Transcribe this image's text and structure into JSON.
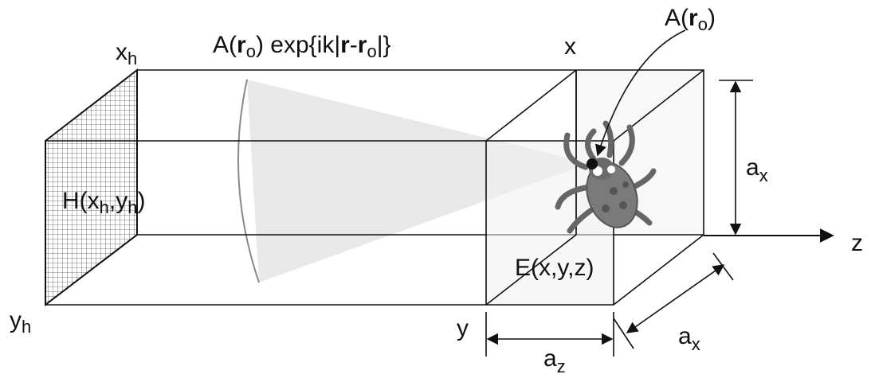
{
  "labels": {
    "wave_amp": "A(",
    "wave_r": "r",
    "wave_o": "o",
    "wave_exp": ") exp{ik|",
    "wave_r2": "r",
    "wave_dash": "-",
    "wave_r3": "r",
    "wave_o2": "o",
    "wave_end": "|}",
    "point_a": "A(",
    "point_r": "r",
    "point_o": "o",
    "point_end": ")",
    "hologram_h": "H(x",
    "hologram_h_sub1": "h",
    "hologram_comma": ",y",
    "hologram_h_sub2": "h",
    "hologram_close": ")",
    "field_e": "E(x,y,z)",
    "axis_x": "x",
    "axis_y": "y",
    "axis_z": "z",
    "xh_main": "x",
    "xh_sub": "h",
    "yh_main": "y",
    "yh_sub": "h",
    "ax_right_main": "a",
    "ax_right_sub": "x",
    "ax_bottom_main": "a",
    "ax_bottom_sub": "x",
    "az_main": "a",
    "az_sub": "z"
  },
  "colors": {
    "line": "#111111",
    "grid": "#444444",
    "beam": "#e4e4e4",
    "bug_body": "#777777",
    "bug_dark": "#555555",
    "arc": "#888888"
  },
  "icons": {
    "object": "bug-icon"
  }
}
